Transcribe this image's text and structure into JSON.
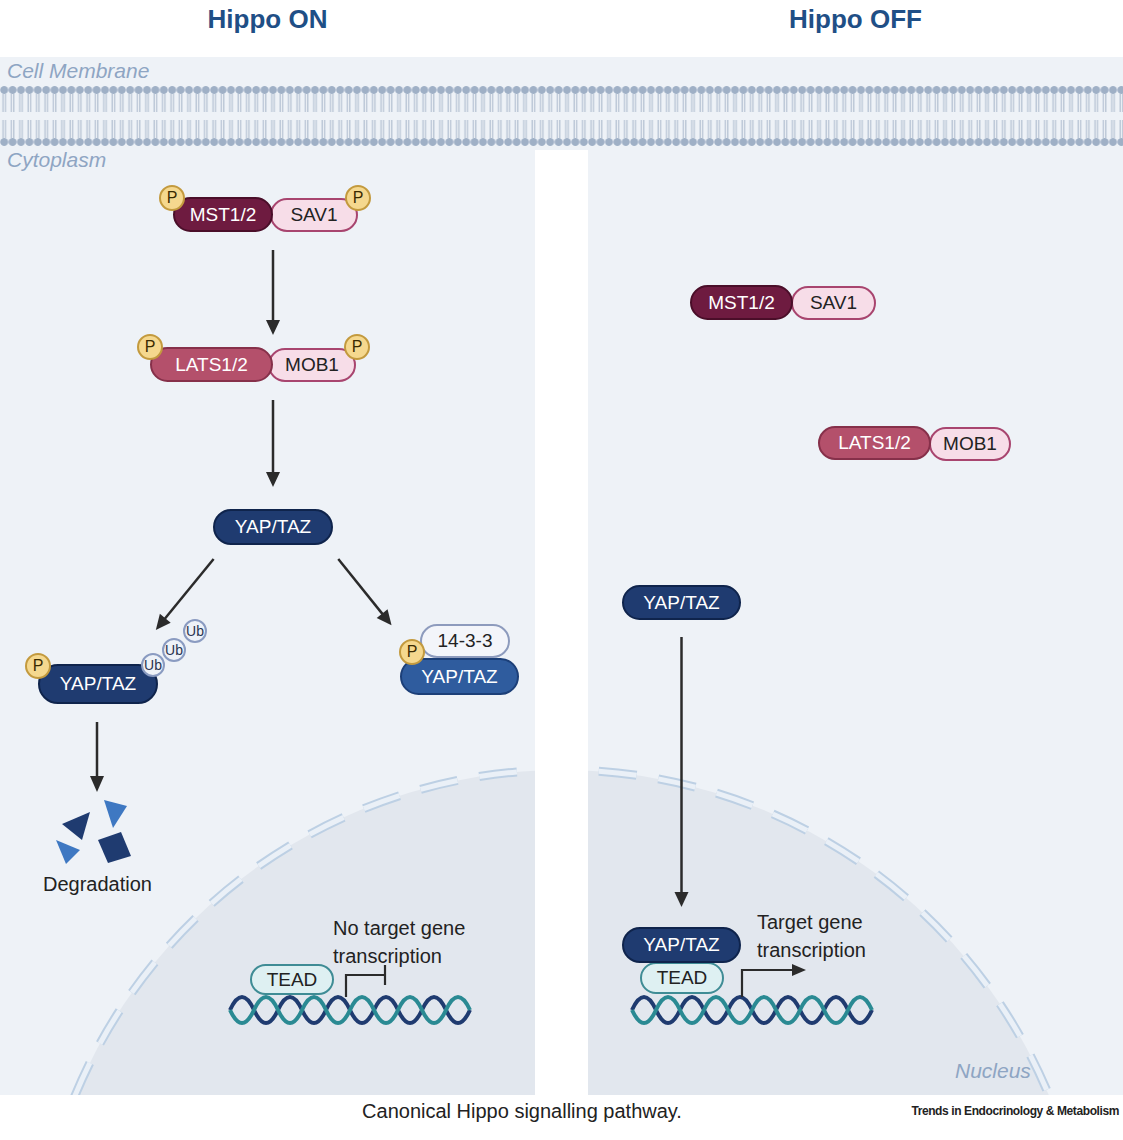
{
  "diagram": {
    "caption": "Canonical Hippo signalling pathway.",
    "nodes": [
      {
        "text": [
          "Hippo ON"
        ]
      },
      {
        "text": [
          "MST1/2"
        ],
        "in": 0
      },
      {
        "text": [
          "SAV1"
        ],
        "in": 0
      },
      {
        "text": [
          "P"
        ],
        "in": 0
      },
      {
        "text": [
          "P"
        ],
        "in": 0
      },
      {
        "text": [
          "LATS1/2"
        ],
        "in": 0
      },
      {
        "text": [
          "MOB1"
        ],
        "in": 0
      },
      {
        "text": [
          "P"
        ],
        "in": 0
      },
      {
        "text": [
          "P"
        ],
        "in": 0
      },
      {
        "text": [
          "YAP/TAZ"
        ],
        "in": 0
      },
      {
        "text": [
          "P"
        ],
        "in": 0
      },
      {
        "text": [
          "YAP/TAZ"
        ],
        "in": 0
      },
      {
        "text": [
          "Ub"
        ],
        "in": 0
      },
      {
        "text": [
          "Ub"
        ],
        "in": 0
      },
      {
        "text": [
          "Ub"
        ],
        "in": 0
      },
      {
        "text": [
          "14-3-3"
        ],
        "in": 0
      },
      {
        "text": [
          "P"
        ],
        "in": 0
      },
      {
        "text": [
          "YAP/TAZ"
        ],
        "in": 0
      },
      {
        "text": [
          "TEAD"
        ],
        "in": 0
      },
      {
        "text": [
          "Hippo OFF"
        ]
      },
      {
        "text": [
          "MST1/2"
        ],
        "in": 19
      },
      {
        "text": [
          "SAV1"
        ],
        "in": 19
      },
      {
        "text": [
          "LATS1/2"
        ],
        "in": 19
      },
      {
        "text": [
          "MOB1"
        ],
        "in": 19
      },
      {
        "text": [
          "YAP/TAZ"
        ],
        "in": 19
      },
      {
        "text": [
          "YAP/TAZ"
        ],
        "in": 19
      },
      {
        "text": [
          "TEAD"
        ],
        "in": 19
      }
    ],
    "edges": [
      {
        "from": 1,
        "to": 5,
        "arrow": "to"
      },
      {
        "from": 5,
        "to": 9,
        "arrow": "to"
      },
      {
        "from": 9,
        "to": 11,
        "arrow": "to"
      },
      {
        "from": 9,
        "to": 17,
        "arrow": "to"
      },
      {
        "from": 24,
        "to": 25,
        "arrow": "to"
      }
    ],
    "labels": [
      "Cell Membrane",
      "Cytoplasm",
      "Degradation",
      "No target gene transcription",
      "Nucleus",
      "Target gene transcription",
      "Trends in Endocrinology & Metabolism"
    ]
  }
}
